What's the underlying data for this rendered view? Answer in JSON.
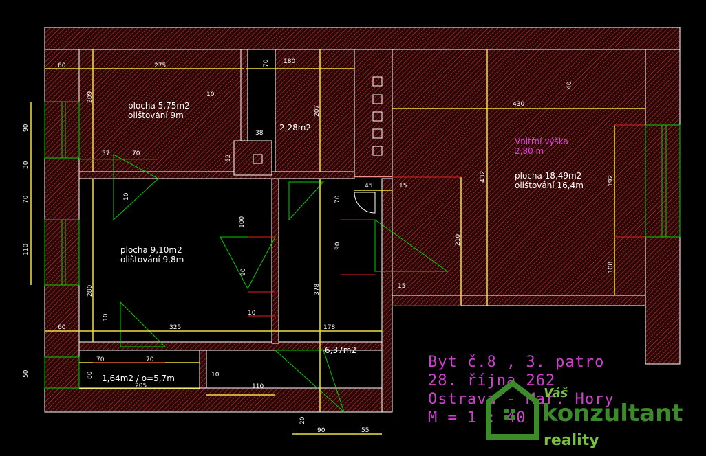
{
  "rooms": {
    "room_a": {
      "area": "plocha 5,75m2",
      "trim": "olištování 9m"
    },
    "room_b": {
      "area": "2,28m2"
    },
    "room_c": {
      "area": "plocha 9,10m2",
      "trim": "olištování 9,8m"
    },
    "room_d": {
      "area": "plocha 18,49m2",
      "trim": "olištování 16,4m"
    },
    "room_e": {
      "area": "6,37m2"
    },
    "room_f": {
      "area": "1,64m2 / o=5,7m"
    }
  },
  "height_note": {
    "line1": "Vnitřní výška",
    "line2": "2,80 m"
  },
  "title_block": {
    "line1": "Byt č.8 , 3. patro",
    "line2": "28. října 262",
    "line3": "Ostrava - Mar. Hory",
    "line4": "M = 1 : 40"
  },
  "logo": {
    "line1": "Váš",
    "line2": "konzultant",
    "line3": "reality"
  },
  "dimensions": {
    "d60a": "60",
    "d275": "275",
    "d70a": "70",
    "d180": "180",
    "d40": "40",
    "d430": "430",
    "d209": "209",
    "d10a": "10",
    "d207": "207",
    "d38": "38",
    "d90a": "90",
    "d30": "30",
    "d57": "57",
    "d70b": "70",
    "d52": "52",
    "d432": "432",
    "d192": "192",
    "d70c": "70",
    "d10b": "10",
    "d45": "45",
    "d15a": "15",
    "d70d": "70",
    "d100": "100",
    "d110a": "110",
    "d90b": "90",
    "d210": "210",
    "d90c": "90",
    "d108": "108",
    "d280": "280",
    "d378": "378",
    "d15b": "15",
    "d10c": "10",
    "d10d": "10",
    "d60b": "60",
    "d325": "325",
    "d178": "178",
    "d70e": "70",
    "d70f": "70",
    "d50": "50",
    "d80": "80",
    "d205": "205",
    "d10e": "10",
    "d110b": "110",
    "d20": "20",
    "d90d": "90",
    "d55": "55"
  },
  "colors": {
    "background": "#000000",
    "wall": "#c83232",
    "dim": "#e02020",
    "green": "#00d000",
    "title": "#d040d0",
    "logo": "#3d8a2b"
  }
}
